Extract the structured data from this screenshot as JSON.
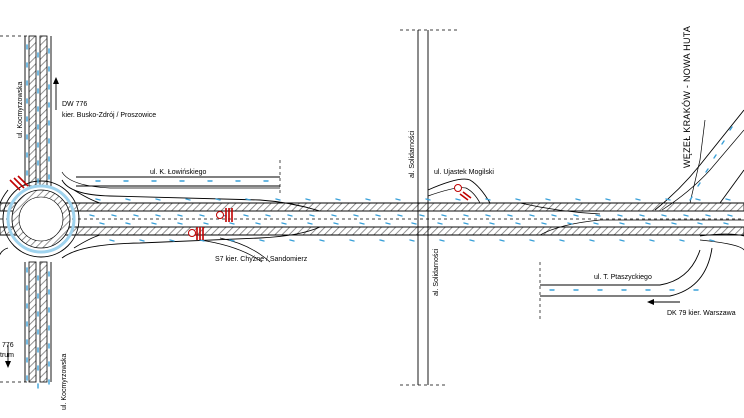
{
  "colors": {
    "hatch": "#888888",
    "lane_marks": "#3aa0d8",
    "signals": "#c00000",
    "roundabout": "#9fd3ee",
    "road_lines": "#000000"
  },
  "labels": {
    "kocmyrzowska_top": "ul. Kocmyrzowska",
    "kocmyrzowska_bottom": "ul. Kocmyrzowska",
    "dw776_line1": "DW 776",
    "dw776_line2": "kier. Busko-Zdrój / Proszowice",
    "lowinskiego": "ul. K. Łowińskiego",
    "s7": "S7 kier. Chyżne / Sandomierz",
    "solidarnosci_top": "al. Solidarności",
    "solidarnosci_bottom": "al. Solidarności",
    "ujastek": "ul. Ujastek  Mogilski",
    "wezel": "WĘZEŁ KRAKÓW - NOWA HUTA",
    "ptaszyckiego": "ul. T. Ptaszyckiego",
    "dk79": "DK 79 kier. Warszawa",
    "left_776": "776",
    "left_trum": "trum"
  },
  "icons": {
    "direction_arrows": "arrow-icon"
  }
}
